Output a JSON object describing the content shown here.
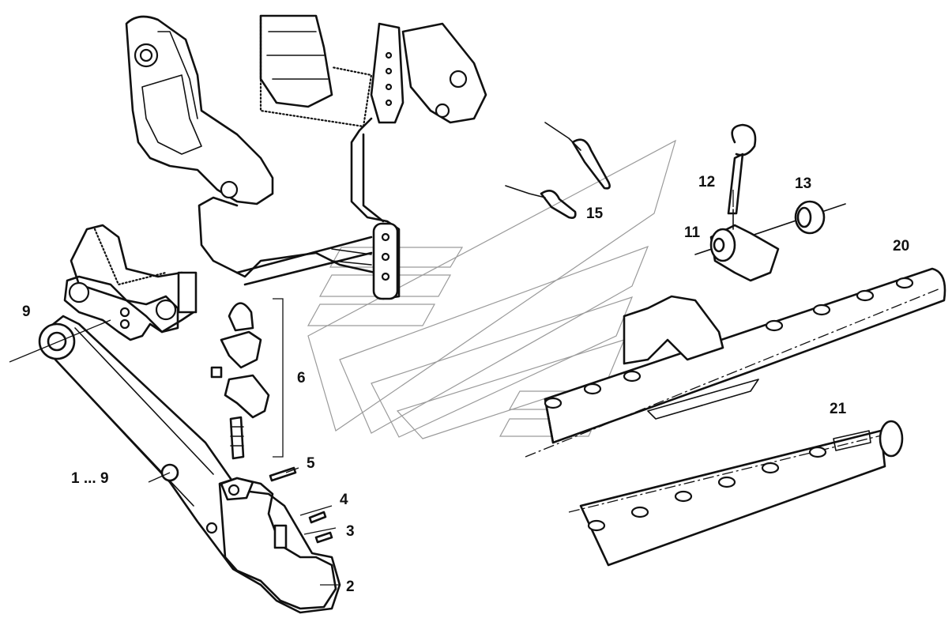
{
  "callouts": {
    "c1_9": "1 ... 9",
    "c2": "2",
    "c3": "3",
    "c4": "4",
    "c5": "5",
    "c6": "6",
    "c9": "9",
    "c11": "11",
    "c12": "12",
    "c13": "13",
    "c15": "15",
    "c20": "20",
    "c21": "21"
  }
}
